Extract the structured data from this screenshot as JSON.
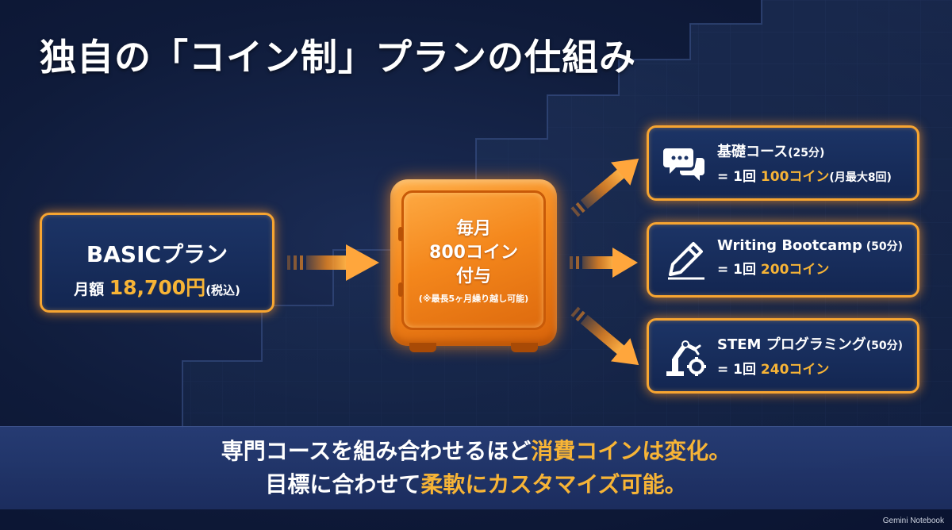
{
  "title": "独自の「コイン制」プランの仕組み",
  "plan": {
    "name": "BASICプラン",
    "price_label": "月額 ",
    "price_amount": "18,700円",
    "price_tax": "(税込)"
  },
  "safe": {
    "line1": "毎月",
    "line2": "800コイン",
    "line3": "付与",
    "note": "(※最長5ヶ月繰り越し可能)"
  },
  "courses": [
    {
      "icon": "speech-bubbles-icon",
      "name": "基礎コース",
      "duration": "(25分)",
      "rate_prefix": "= 1回 ",
      "coins": "100コイン",
      "cap": "(月最大8回)"
    },
    {
      "icon": "pencil-icon",
      "name": "Writing Bootcamp",
      "duration": " (50分)",
      "rate_prefix": "= 1回 ",
      "coins": "200コイン",
      "cap": ""
    },
    {
      "icon": "robot-arm-gear-icon",
      "name": "STEM プログラミング",
      "duration": "(50分)",
      "rate_prefix": "= 1回 ",
      "coins": "240コイン",
      "cap": ""
    }
  ],
  "banner": {
    "line1_a": "専門コースを組み合わせるほど",
    "line1_b": "消費コインは変化。",
    "line2_a": "目標に合わせて",
    "line2_b": "柔軟にカスタマイズ可能。"
  },
  "watermark": "Gemini Notebook",
  "colors": {
    "accent": "#f7a531",
    "highlight": "#f7b436",
    "background": "#0f1b3a",
    "safe": "#f4871c"
  }
}
